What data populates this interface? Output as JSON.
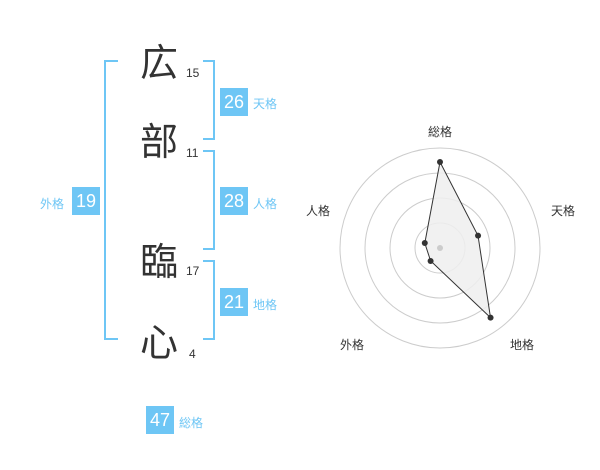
{
  "name": {
    "chars": [
      {
        "char": "広",
        "strokes": "15"
      },
      {
        "char": "部",
        "strokes": "11"
      },
      {
        "char": "臨",
        "strokes": "17"
      },
      {
        "char": "心",
        "strokes": "4"
      }
    ]
  },
  "scores": {
    "tenkaku": {
      "label": "天格",
      "value": "26"
    },
    "jinkaku": {
      "label": "人格",
      "value": "28"
    },
    "chikaku": {
      "label": "地格",
      "value": "21"
    },
    "gaikaku": {
      "label": "外格",
      "value": "19"
    },
    "soukaku": {
      "label": "総格",
      "value": "47"
    }
  },
  "chart_data": {
    "type": "radar",
    "axes": [
      "総格",
      "天格",
      "地格",
      "外格",
      "人格"
    ],
    "values": [
      4.3,
      2.0,
      4.3,
      0.8,
      0.8
    ],
    "rmax": 5,
    "rings": 4,
    "colors": {
      "fill": "#efefef",
      "line": "#333333",
      "point": "#333333",
      "grid": "#cccccc",
      "center": "#cccccc"
    }
  }
}
